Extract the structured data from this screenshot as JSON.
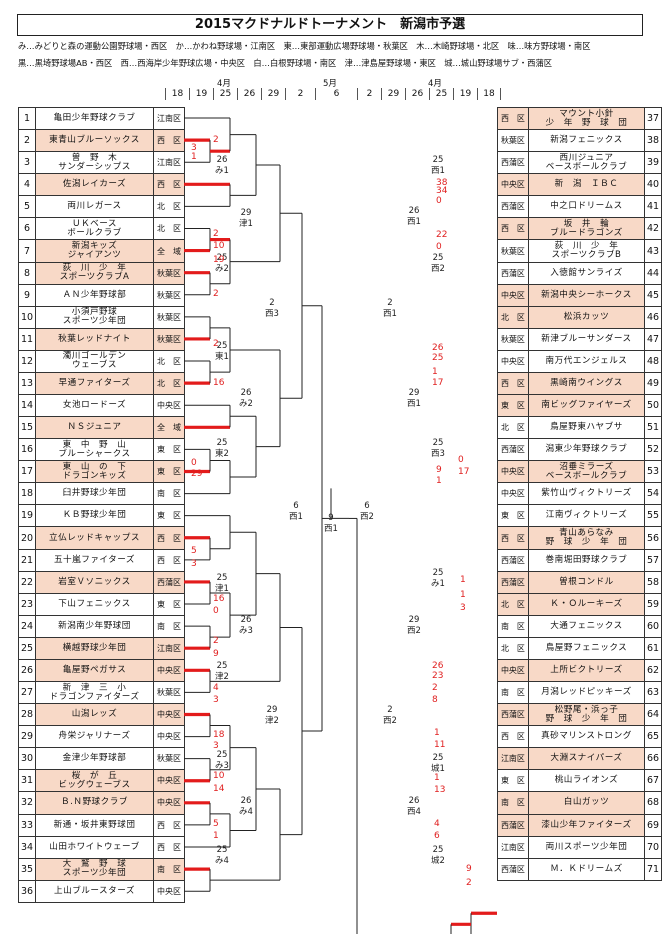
{
  "title": "2015マクドナルドトーナメント　新潟市予選",
  "venues": [
    "み…みどりと森の運動公園野球場・西区　か…かわね野球場・江南区　東…東部運動広場野球場・秋葉区　木…木崎野球場・北区　味…味方野球場・南区",
    "黒…黒埼野球場AB・西区　西…西海岸少年野球広場・中央区　白…白根野球場・南区　津…津島屋野球場・東区　城…城山野球場サブ・西蒲区"
  ],
  "calendar": {
    "april_left": "4月",
    "may": "5月",
    "april_right": "4月",
    "days": [
      "18",
      "19",
      "25",
      "26",
      "29",
      "2",
      "6",
      "2",
      "29",
      "26",
      "25",
      "19",
      "18"
    ]
  },
  "left_teams": [
    {
      "no": "1",
      "name": "亀田少年野球クラブ",
      "ward": "江南区"
    },
    {
      "no": "2",
      "name": "東青山ブルーソックス",
      "ward": "西　区"
    },
    {
      "no": "3",
      "name": "曽　野　木\nサンダーシップス",
      "ward": "江南区"
    },
    {
      "no": "4",
      "name": "佐潟レイカーズ",
      "ward": "西　区"
    },
    {
      "no": "5",
      "name": "両川レガース",
      "ward": "北　区"
    },
    {
      "no": "6",
      "name": "ＵＫベース\nボールクラブ",
      "ward": "北　区"
    },
    {
      "no": "7",
      "name": "新潟キッズ\nジャイアンツ",
      "ward": "全　域"
    },
    {
      "no": "8",
      "name": "荻　川　少　年\nスポーツクラブA",
      "ward": "秋葉区"
    },
    {
      "no": "9",
      "name": "ＡＮ少年野球部",
      "ward": "秋葉区"
    },
    {
      "no": "10",
      "name": "小須戸野球\nスポーツ少年団",
      "ward": "秋葉区"
    },
    {
      "no": "11",
      "name": "秋葉レッドナイト",
      "ward": "秋葉区"
    },
    {
      "no": "12",
      "name": "濁川ゴールデン\nウェーブス",
      "ward": "北　区"
    },
    {
      "no": "13",
      "name": "早通ファイターズ",
      "ward": "北　区"
    },
    {
      "no": "14",
      "name": "女池ロードーズ",
      "ward": "中央区"
    },
    {
      "no": "15",
      "name": "ＮＳジュニア",
      "ward": "全　域"
    },
    {
      "no": "16",
      "name": "東　中　野　山\nブルーシャークス",
      "ward": "東　区"
    },
    {
      "no": "17",
      "name": "東　山　の　下\nドラゴンキッズ",
      "ward": "東　区"
    },
    {
      "no": "18",
      "name": "臼井野球少年団",
      "ward": "南　区"
    },
    {
      "no": "19",
      "name": "ＫＢ野球少年団",
      "ward": "東　区"
    },
    {
      "no": "20",
      "name": "立仏レッドキャップス",
      "ward": "西　区"
    },
    {
      "no": "21",
      "name": "五十嵐ファイターズ",
      "ward": "西　区"
    },
    {
      "no": "22",
      "name": "岩室Ｖソニックス",
      "ward": "西蒲区"
    },
    {
      "no": "23",
      "name": "下山フェニックス",
      "ward": "東　区"
    },
    {
      "no": "24",
      "name": "新潟南少年野球団",
      "ward": "南　区"
    },
    {
      "no": "25",
      "name": "横越野球少年団",
      "ward": "江南区"
    },
    {
      "no": "26",
      "name": "亀屋野ペガサス",
      "ward": "中央区"
    },
    {
      "no": "27",
      "name": "新　津　三　小\nドラゴンファイターズ",
      "ward": "秋葉区"
    },
    {
      "no": "28",
      "name": "山潟レッズ",
      "ward": "中央区"
    },
    {
      "no": "29",
      "name": "舟栄ジャリナーズ",
      "ward": "中央区"
    },
    {
      "no": "30",
      "name": "金津少年野球部",
      "ward": "秋葉区"
    },
    {
      "no": "31",
      "name": "桜　が　丘\nビッグウェーブス",
      "ward": "中央区"
    },
    {
      "no": "32",
      "name": "Ｂ.Ｎ野球クラブ",
      "ward": "中央区"
    },
    {
      "no": "33",
      "name": "新通・坂井東野球団",
      "ward": "西　区"
    },
    {
      "no": "34",
      "name": "山田ホワイトウェーブ",
      "ward": "西　区"
    },
    {
      "no": "35",
      "name": "大　鷲　野　球\nスポーツ少年団",
      "ward": "南　区"
    },
    {
      "no": "36",
      "name": "上山ブルースターズ",
      "ward": "中央区"
    }
  ],
  "right_teams": [
    {
      "no": "37",
      "name": "マウント小針\n少　年　野　球　団",
      "ward": "西　区"
    },
    {
      "no": "38",
      "name": "新潟フェニックス",
      "ward": "秋葉区"
    },
    {
      "no": "39",
      "name": "西川ジュニア\nベースボールクラブ",
      "ward": "西蒲区"
    },
    {
      "no": "40",
      "name": "新　潟　ＩＢＣ",
      "ward": "中央区"
    },
    {
      "no": "41",
      "name": "中之口ドリームス",
      "ward": "西蒲区"
    },
    {
      "no": "42",
      "name": "坂　井　輪\nブルードラゴンズ",
      "ward": "西　区"
    },
    {
      "no": "43",
      "name": "荻　川　少　年\nスポーツクラブB",
      "ward": "秋葉区"
    },
    {
      "no": "44",
      "name": "入徳館サンライズ",
      "ward": "西蒲区"
    },
    {
      "no": "45",
      "name": "新潟中央シーホークス",
      "ward": "中央区"
    },
    {
      "no": "46",
      "name": "松浜カッツ",
      "ward": "北　区"
    },
    {
      "no": "47",
      "name": "新津ブルーサンダース",
      "ward": "秋葉区"
    },
    {
      "no": "48",
      "name": "南万代エンジェルス",
      "ward": "中央区"
    },
    {
      "no": "49",
      "name": "黒崎南ウイングス",
      "ward": "西　区"
    },
    {
      "no": "50",
      "name": "南ビッグファイヤーズ",
      "ward": "東　区"
    },
    {
      "no": "51",
      "name": "鳥屋野東ハヤブサ",
      "ward": "北　区"
    },
    {
      "no": "52",
      "name": "潟東少年野球クラブ",
      "ward": "西蒲区"
    },
    {
      "no": "53",
      "name": "沼垂ミラーズ\nベースボールクラブ",
      "ward": "中央区"
    },
    {
      "no": "54",
      "name": "紫竹山ヴィクトリーズ",
      "ward": "中央区"
    },
    {
      "no": "55",
      "name": "江南ヴィクトリーズ",
      "ward": "東　区"
    },
    {
      "no": "56",
      "name": "青山あらなみ\n野　球　少　年　団",
      "ward": "西　区"
    },
    {
      "no": "57",
      "name": "巻南堀田野球クラブ",
      "ward": "西蒲区"
    },
    {
      "no": "58",
      "name": "曽根コンドル",
      "ward": "西蒲区"
    },
    {
      "no": "59",
      "name": "Ｋ・Ｏルーキーズ",
      "ward": "北　区"
    },
    {
      "no": "60",
      "name": "大通フェニックス",
      "ward": "南　区"
    },
    {
      "no": "61",
      "name": "鳥屋野フェニックス",
      "ward": "北　区"
    },
    {
      "no": "62",
      "name": "上所ビクトリーズ",
      "ward": "中央区"
    },
    {
      "no": "63",
      "name": "月潟レッドピッキーズ",
      "ward": "南　区"
    },
    {
      "no": "64",
      "name": "松野尾・浜っ子\n野　球　少　年　団",
      "ward": "西蒲区"
    },
    {
      "no": "65",
      "name": "真砂マリンストロング",
      "ward": "西　区"
    },
    {
      "no": "66",
      "name": "大淵スナイパーズ",
      "ward": "江南区"
    },
    {
      "no": "67",
      "name": "桃山ライオンズ",
      "ward": "東　区"
    },
    {
      "no": "68",
      "name": "白山ガッツ",
      "ward": "南　区"
    },
    {
      "no": "69",
      "name": "漆山少年ファイターズ",
      "ward": "西蒲区"
    },
    {
      "no": "70",
      "name": "両川スポーツ少年団",
      "ward": "江南区"
    },
    {
      "no": "71",
      "name": "Ｍ．Ｋドリームズ",
      "ward": "西蒲区"
    }
  ],
  "highlight_rows": [
    2,
    4,
    7,
    8,
    11,
    13,
    15,
    17,
    20,
    22,
    25,
    26,
    28,
    31,
    32,
    35,
    37,
    40,
    42,
    45,
    46,
    49,
    50,
    53,
    56,
    58,
    59,
    62,
    64,
    66,
    68,
    69
  ],
  "scores_left": [
    {
      "id": "s2",
      "v": "2"
    },
    {
      "id": "s3a",
      "v": "3"
    },
    {
      "id": "s3b",
      "v": "1"
    },
    {
      "id": "s7",
      "v": "10"
    },
    {
      "id": "s8",
      "v": "19"
    },
    {
      "id": "s6",
      "v": "2"
    },
    {
      "id": "s9",
      "v": "2"
    },
    {
      "id": "s11",
      "v": "2"
    },
    {
      "id": "s13",
      "v": "16"
    },
    {
      "id": "s16",
      "v": "0"
    },
    {
      "id": "s17",
      "v": "29"
    },
    {
      "id": "s20",
      "v": "5"
    },
    {
      "id": "s21",
      "v": "3"
    },
    {
      "id": "s22",
      "v": "16"
    },
    {
      "id": "s23",
      "v": "0"
    },
    {
      "id": "s24",
      "v": "2"
    },
    {
      "id": "s25",
      "v": "9"
    },
    {
      "id": "s26",
      "v": "4"
    },
    {
      "id": "s27",
      "v": "3"
    },
    {
      "id": "s28",
      "v": "18"
    },
    {
      "id": "s29",
      "v": "3"
    },
    {
      "id": "s30",
      "v": "10"
    },
    {
      "id": "s31",
      "v": "14"
    },
    {
      "id": "s32",
      "v": "5"
    },
    {
      "id": "s33",
      "v": "1"
    }
  ],
  "scores_right": [
    {
      "id": "r38",
      "v": "38"
    },
    {
      "id": "r39",
      "v": "34"
    },
    {
      "id": "r40",
      "v": "0"
    },
    {
      "id": "r42",
      "v": "22"
    },
    {
      "id": "r43",
      "v": "0"
    },
    {
      "id": "r47",
      "v": "26"
    },
    {
      "id": "r48",
      "v": "25"
    },
    {
      "id": "r49a",
      "v": "1"
    },
    {
      "id": "r49b",
      "v": "17"
    },
    {
      "id": "r52",
      "v": "0"
    },
    {
      "id": "r53a",
      "v": "9"
    },
    {
      "id": "r53b",
      "v": "17"
    },
    {
      "id": "r53c",
      "v": "1"
    },
    {
      "id": "r56",
      "v": "1"
    },
    {
      "id": "r57",
      "v": "1"
    },
    {
      "id": "r58",
      "v": "3"
    },
    {
      "id": "r60",
      "v": "26"
    },
    {
      "id": "r61",
      "v": "23"
    },
    {
      "id": "r62a",
      "v": "2"
    },
    {
      "id": "r62b",
      "v": "8"
    },
    {
      "id": "r63",
      "v": "1"
    },
    {
      "id": "r64",
      "v": "11"
    },
    {
      "id": "r65",
      "v": "1"
    },
    {
      "id": "r66",
      "v": "13"
    },
    {
      "id": "r67",
      "v": "4"
    },
    {
      "id": "r68",
      "v": "6"
    },
    {
      "id": "r69",
      "v": "9"
    },
    {
      "id": "r70",
      "v": "2"
    }
  ],
  "match_labels": [
    {
      "id": "m_l1",
      "t": "26"
    },
    {
      "id": "m_l1b",
      "t": "み1"
    },
    {
      "id": "m_l2",
      "t": "25"
    },
    {
      "id": "m_l2b",
      "t": "み2"
    },
    {
      "id": "m_l3",
      "t": "29"
    },
    {
      "id": "m_l3b",
      "t": "津1"
    },
    {
      "id": "m_l4",
      "t": "25"
    },
    {
      "id": "m_l4b",
      "t": "東1"
    },
    {
      "id": "m_l5",
      "t": "26"
    },
    {
      "id": "m_l5b",
      "t": "み2"
    },
    {
      "id": "m_l6",
      "t": "25"
    },
    {
      "id": "m_l6b",
      "t": "東2"
    },
    {
      "id": "m_l7",
      "t": "2"
    },
    {
      "id": "m_l7b",
      "t": "西3"
    },
    {
      "id": "m_l8",
      "t": "25"
    },
    {
      "id": "m_l8b",
      "t": "津1"
    },
    {
      "id": "m_l9",
      "t": "26"
    },
    {
      "id": "m_l9b",
      "t": "み3"
    },
    {
      "id": "m_l10",
      "t": "25"
    },
    {
      "id": "m_l10b",
      "t": "津2"
    },
    {
      "id": "m_l11",
      "t": "29"
    },
    {
      "id": "m_l11b",
      "t": "津2"
    },
    {
      "id": "m_l12",
      "t": "25"
    },
    {
      "id": "m_l12b",
      "t": "み3"
    },
    {
      "id": "m_l13",
      "t": "26"
    },
    {
      "id": "m_l13b",
      "t": "み4"
    },
    {
      "id": "m_l14",
      "t": "25"
    },
    {
      "id": "m_l14b",
      "t": "み4"
    },
    {
      "id": "m_l15",
      "t": "6"
    },
    {
      "id": "m_l15b",
      "t": "西1"
    },
    {
      "id": "m_c",
      "t": "9"
    },
    {
      "id": "m_cb",
      "t": "西1"
    },
    {
      "id": "m_r15",
      "t": "6"
    },
    {
      "id": "m_r15b",
      "t": "西2"
    },
    {
      "id": "m_r1",
      "t": "25"
    },
    {
      "id": "m_r1b",
      "t": "西1"
    },
    {
      "id": "m_r2",
      "t": "26"
    },
    {
      "id": "m_r2b",
      "t": "西1"
    },
    {
      "id": "m_r3",
      "t": "25"
    },
    {
      "id": "m_r3b",
      "t": "西2"
    },
    {
      "id": "m_r4",
      "t": "2"
    },
    {
      "id": "m_r4b",
      "t": "西1"
    },
    {
      "id": "m_r5",
      "t": "29"
    },
    {
      "id": "m_r5b",
      "t": "西1"
    },
    {
      "id": "m_r6",
      "t": "25"
    },
    {
      "id": "m_r6b",
      "t": "西3"
    },
    {
      "id": "m_r7",
      "t": "25"
    },
    {
      "id": "m_r7b",
      "t": "み1"
    },
    {
      "id": "m_r8",
      "t": "29"
    },
    {
      "id": "m_r8b",
      "t": "西2"
    },
    {
      "id": "m_r9",
      "t": "2"
    },
    {
      "id": "m_r9b",
      "t": "西2"
    },
    {
      "id": "m_r10",
      "t": "25"
    },
    {
      "id": "m_r10b",
      "t": "城1"
    },
    {
      "id": "m_r11",
      "t": "26"
    },
    {
      "id": "m_r11b",
      "t": "西4"
    },
    {
      "id": "m_r12",
      "t": "25"
    },
    {
      "id": "m_r12b",
      "t": "城2"
    }
  ]
}
